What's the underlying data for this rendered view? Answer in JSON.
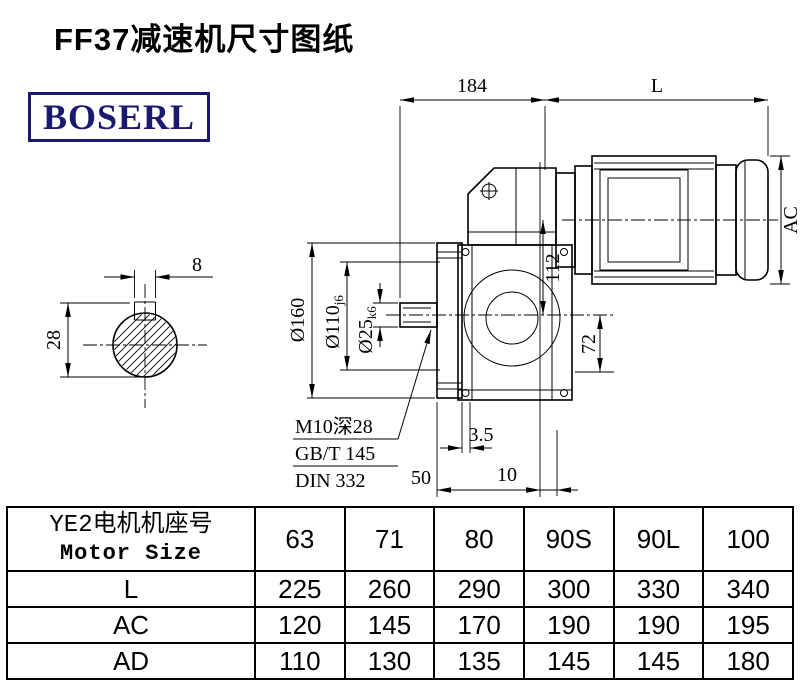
{
  "page": {
    "title": "FF37减速机尺寸图纸",
    "brand": "BOSERL"
  },
  "drawing": {
    "dim_184": "184",
    "dim_L": "L",
    "dim_AC": "AC",
    "dim_112": "112",
    "dim_72": "72",
    "dia_160": "Ø160",
    "dia_110": "Ø110",
    "dia_110_tol": "j6",
    "dia_25": "Ø25",
    "dia_25_tol": "k6",
    "note_thread": "M10深28",
    "note_gb": "GB/T 145",
    "note_din": "DIN 332",
    "dim_3_5": "3.5",
    "dim_50": "50",
    "dim_10": "10",
    "dim_key_width": "8",
    "dim_key_height": "28"
  },
  "table": {
    "header_cn": "YE2电机机座号",
    "header_en": "Motor Size",
    "sizes": [
      "63",
      "71",
      "80",
      "90S",
      "90L",
      "100"
    ],
    "rows": [
      {
        "label": "L",
        "values": [
          "225",
          "260",
          "290",
          "300",
          "330",
          "340"
        ]
      },
      {
        "label": "AC",
        "values": [
          "120",
          "145",
          "170",
          "190",
          "190",
          "195"
        ]
      },
      {
        "label": "AD",
        "values": [
          "110",
          "130",
          "135",
          "145",
          "145",
          "180"
        ]
      }
    ]
  }
}
